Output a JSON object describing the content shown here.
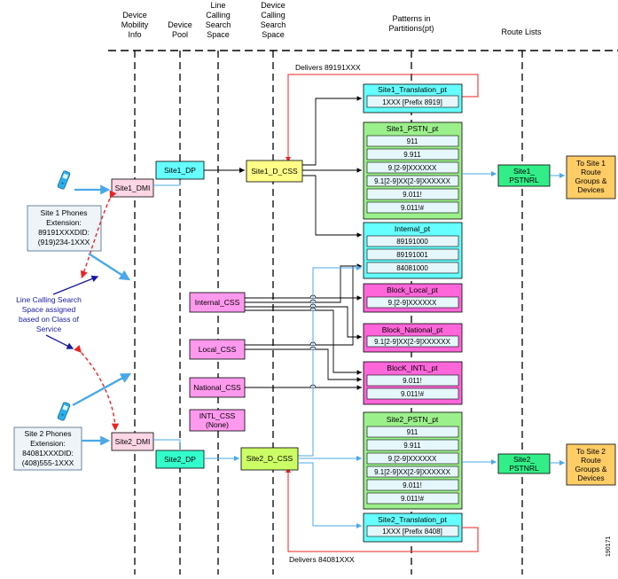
{
  "headers": {
    "device_mobility_info": [
      "Device",
      "Mobility",
      "Info"
    ],
    "device_pool": [
      "Device",
      "Pool"
    ],
    "line_css": [
      "Line",
      "Calling",
      "Search",
      "Space"
    ],
    "device_css": [
      "Device",
      "Calling",
      "Search",
      "Space"
    ],
    "patterns": [
      "Patterns in",
      "Partitions(pt)"
    ],
    "route_lists": [
      "Route Lists"
    ]
  },
  "site1": {
    "phones_text": [
      "Site 1 Phones",
      "Extension:",
      "89191XXXDID:",
      "(919)234-1XXX"
    ],
    "dmi": "Site1_DMI",
    "dp": "Site1_DP",
    "d_css": "Site1_D_CSS",
    "translation_pt": {
      "title": "Site1_Translation_pt",
      "rows": [
        "1XXX [Prefix 8919]"
      ]
    },
    "pstn_pt": {
      "title": "Site1_PSTN_pt",
      "rows": [
        "911",
        "9.911",
        "9.[2-9]XXXXXX",
        "9.1[2-9]XX[2-9]XXXXXX",
        "9.011!",
        "9.011!#"
      ]
    },
    "pstnrl": [
      "Site1_",
      "PSTNRL"
    ],
    "route_groups": [
      "To Site 1",
      "Route",
      "Groups &",
      "Devices"
    ],
    "delivers": "Delivers 89191XXX"
  },
  "internal_pt": {
    "title": "Internal_pt",
    "rows": [
      "89191000",
      "89191001",
      "84081000"
    ]
  },
  "block_local_pt": {
    "title": "Block_Local_pt",
    "rows": [
      "9.[2-9]XXXXXX"
    ]
  },
  "block_national_pt": {
    "title": "Block_National_pt",
    "rows": [
      "9.1[2-9]XX[2-9]XXXXXX"
    ]
  },
  "block_intl_pt": {
    "title": "BlocK_INTL_pt",
    "rows": [
      "9.011!",
      "9.011!#"
    ]
  },
  "line_css": {
    "internal": "Internal_CSS",
    "local": "Local_CSS",
    "national": "National_CSS",
    "intl": [
      "INTL_CSS",
      "(None)"
    ]
  },
  "note": [
    "Line Calling Search",
    "Space assigned",
    "based on Class of",
    "Service"
  ],
  "site2": {
    "phones_text": [
      "Site 2 Phones",
      "Extension:",
      "84081XXXDID:",
      "(408)555-1XXX"
    ],
    "dmi": "Site2_DMI",
    "dp": "Site2_DP",
    "d_css": "Site2_D_CSS",
    "pstn_pt": {
      "title": "Site2_PSTN_pt",
      "rows": [
        "911",
        "9.911",
        "9.[2-9]XXXXXX",
        "9.1[2-9]XX[2-9]XXXXXX",
        "9.011!",
        "9.011!#"
      ]
    },
    "translation_pt": {
      "title": "Site2_Translation_pt",
      "rows": [
        "1XXX [Prefix 8408]"
      ]
    },
    "pstnrl": [
      "Site2_",
      "PSTNRL"
    ],
    "route_groups": [
      "To Site 2",
      "Route",
      "Groups &",
      "Devices"
    ],
    "delivers": "Delivers 84081XXX"
  },
  "figure_id": "190171",
  "colors": {
    "cyan": "#66ffff",
    "green": "#9cf08c",
    "magenta": "#ff66d9",
    "pink_dmi": "#ffd6e6",
    "yellow": "#ffff88",
    "lime": "#ccff66",
    "teal_dp": "#33ffcc",
    "route_lists_green": "#33ee88",
    "orange": "#ffcc66",
    "blue_arrow": "#4aa8e8",
    "red": "#ee2222"
  },
  "icons": [
    "phone-icon"
  ]
}
